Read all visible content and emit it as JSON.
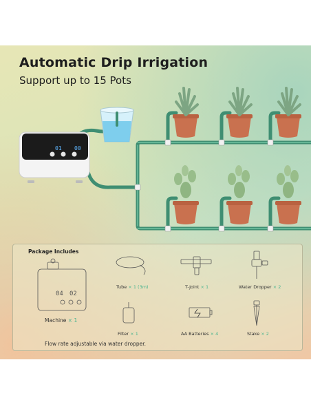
{
  "header": {
    "title": "Automatic Drip Irrigation",
    "subtitle": "Support up to 15 Pots"
  },
  "device": {
    "display_left": "01",
    "display_right": "00"
  },
  "package": {
    "title": "Package Includes",
    "items": [
      {
        "name": "Machine",
        "qty": "× 1"
      },
      {
        "name": "Tube",
        "qty": "× 1 (3m)"
      },
      {
        "name": "T-Joint",
        "qty": "× 1"
      },
      {
        "name": "Water Dropper",
        "qty": "× 2"
      },
      {
        "name": "Filter",
        "qty": "× 1"
      },
      {
        "name": "AA Batteries",
        "qty": "× 4"
      },
      {
        "name": "Stake",
        "qty": "× 2"
      }
    ],
    "machine_display_left": "04",
    "machine_display_right": "02",
    "note": "Flow rate adjustable via water dropper."
  },
  "colors": {
    "tube": "#3f8e72",
    "tube_highlight": "#6cc2a0",
    "pot": "#c9714f",
    "accent_qty": "#49b48f"
  }
}
